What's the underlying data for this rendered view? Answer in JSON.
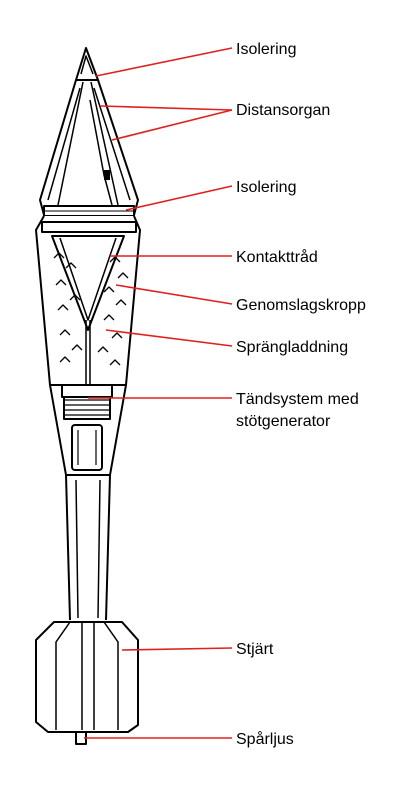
{
  "colors": {
    "line": "#000000",
    "leader": "#e0201e",
    "background": "#ffffff"
  },
  "labels": {
    "isolering_top": "Isolering",
    "distansorgan": "Distansorgan",
    "isolering_mid": "Isolering",
    "kontakttrad": "Kontakttråd",
    "genomslagskropp": "Genomslagskropp",
    "sprangladdning": "Sprängladdning",
    "tandsystem_line1": "Tändsystem med",
    "tandsystem_line2": "stötgenerator",
    "stjart": "Stjärt",
    "sparljus": "Spårljus"
  }
}
